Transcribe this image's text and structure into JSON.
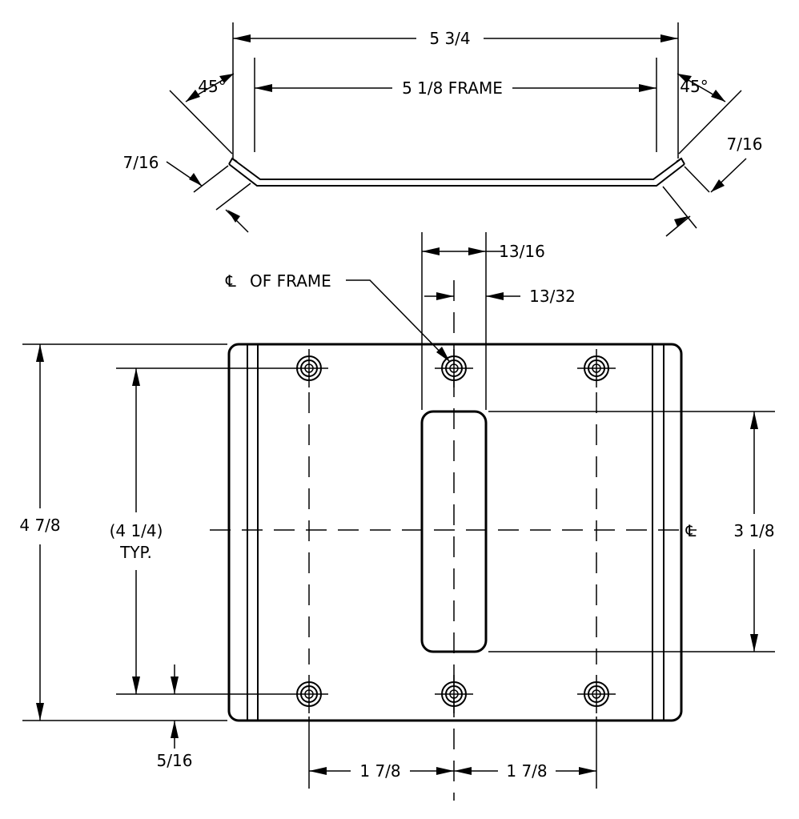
{
  "title": "Frame mounting plate drawing",
  "colors": {
    "line": "#000000",
    "background": "#ffffff"
  },
  "elevation": {
    "overall_width": "5 3/4",
    "frame_width": "5 1/8 FRAME",
    "angle_left": "45°",
    "angle_right": "45°",
    "flange_left": "7/16",
    "flange_right": "7/16"
  },
  "plan": {
    "slot_width": "13/16",
    "slot_offset": "13/32",
    "frame_centerline": "OF FRAME",
    "centerline_symbol": "℄",
    "overall_height": "4 7/8",
    "hole_spacing_vertical": "(4 1/4)",
    "hole_spacing_note": "TYP.",
    "slot_length": "3 1/8",
    "edge_offset": "5/16",
    "hole_spacing_left": "1 7/8",
    "hole_spacing_right": "1 7/8"
  }
}
